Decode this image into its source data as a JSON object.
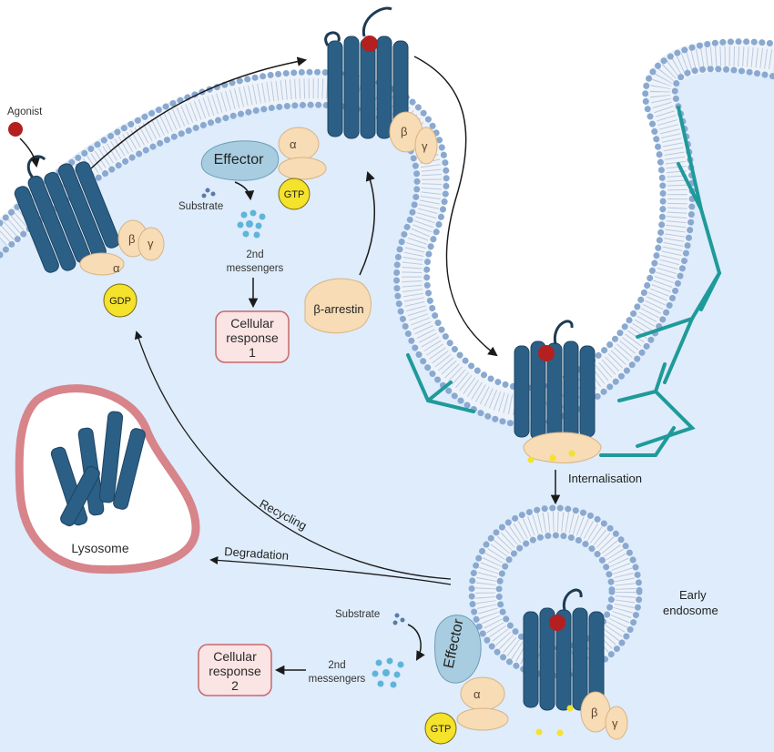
{
  "labels": {
    "agonist": "Agonist",
    "effector_top": "Effector",
    "effector_bottom": "Effector",
    "substrate_top": "Substrate",
    "substrate_bottom": "Substrate",
    "second_messengers_top_line1": "2nd",
    "second_messengers_top_line2": "messengers",
    "second_messengers_bottom_line1": "2nd",
    "second_messengers_bottom_line2": "messengers",
    "cellular_response_1": [
      "Cellular",
      "response",
      "1"
    ],
    "cellular_response_2": [
      "Cellular",
      "response",
      "2"
    ],
    "beta_arrestin": "β-arrestin",
    "gdp": "GDP",
    "gtp_top": "GTP",
    "gtp_bottom": "GTP",
    "internalisation": "Internalisation",
    "early_endosome_line1": "Early",
    "early_endosome_line2": "endosome",
    "recycling": "Recycling",
    "degradation": "Degradation",
    "lysosome": "Lysosome",
    "alpha": "α",
    "beta": "β",
    "gamma": "γ"
  },
  "colors": {
    "cytoplasm": "#deecfb",
    "membrane_head": "#8aa9d0",
    "receptor": "#2b5f86",
    "g_protein": "#f7dcb5",
    "agonist": "#b3201f",
    "gtp_gdp": "#f4e22b",
    "response_box": "#fbe4e4",
    "response_border": "#c9666a",
    "lysosome_ring": "#d7848a",
    "clathrin": "#1f9a9a",
    "effector": "#a8cde0"
  }
}
